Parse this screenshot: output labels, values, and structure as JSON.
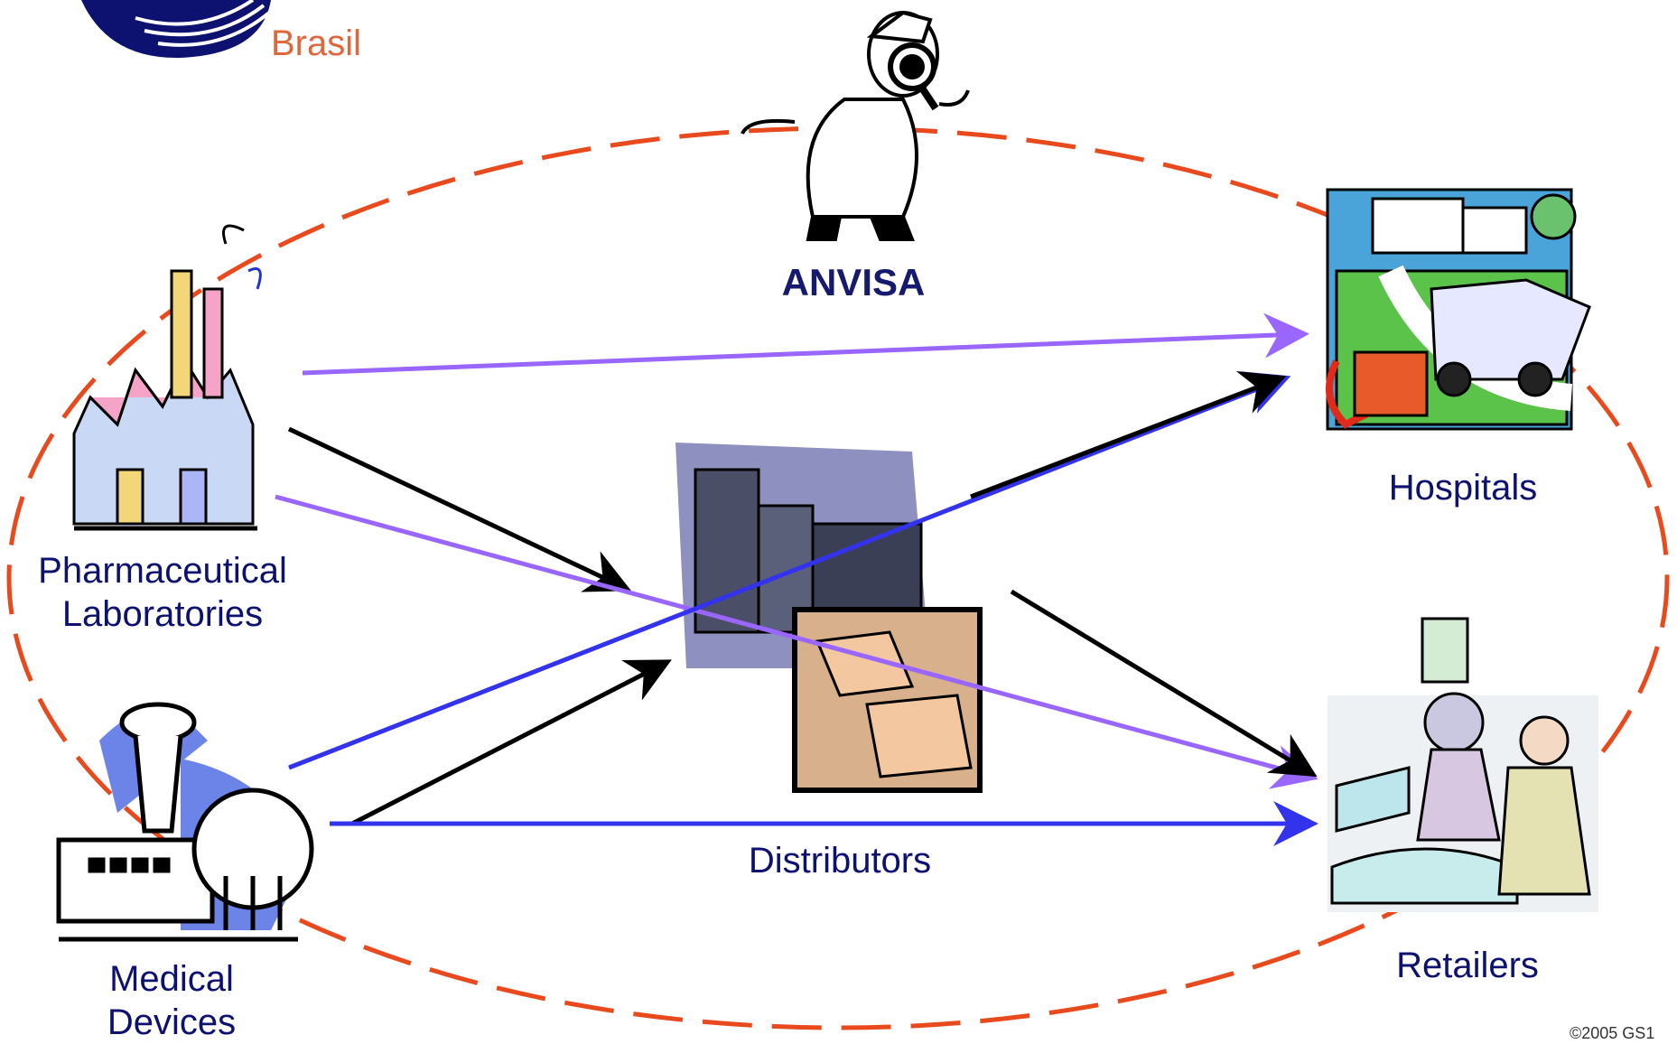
{
  "logo": {
    "text": "Brasil",
    "brand_color": "#0d1170",
    "text_color": "#e0663b"
  },
  "regulator": {
    "label": "ANVISA",
    "icon": "inspector-with-magnifier-icon"
  },
  "nodes": {
    "pharma": {
      "label": "Pharmaceutical Laboratories",
      "icon": "factory-icon"
    },
    "medical": {
      "label": "Medical Devices",
      "icon": "industrial-plant-icon"
    },
    "distributors": {
      "label": "Distributors",
      "icon": "warehouse-boxes-icon"
    },
    "hospitals": {
      "label": "Hospitals",
      "icon": "hospital-ambulance-icon"
    },
    "retailers": {
      "label": "Retailers",
      "icon": "pharmacy-counter-icon"
    }
  },
  "boundary": {
    "style": "dashed-ellipse",
    "color": "#e84a1e"
  },
  "flows": [
    {
      "from": "pharma",
      "to": "hospitals",
      "color": "#9966ff"
    },
    {
      "from": "pharma",
      "to": "distributors",
      "color": "#000000"
    },
    {
      "from": "pharma",
      "to": "retailers",
      "color": "#9966ff"
    },
    {
      "from": "medical",
      "to": "hospitals",
      "color": "#3333ee"
    },
    {
      "from": "medical",
      "to": "distributors",
      "color": "#000000"
    },
    {
      "from": "medical",
      "to": "retailers",
      "color": "#3333ee"
    },
    {
      "from": "distributors",
      "to": "hospitals",
      "color": "#000000"
    },
    {
      "from": "distributors",
      "to": "retailers",
      "color": "#000000"
    }
  ],
  "footer": {
    "copyright": "©2005 GS1"
  }
}
